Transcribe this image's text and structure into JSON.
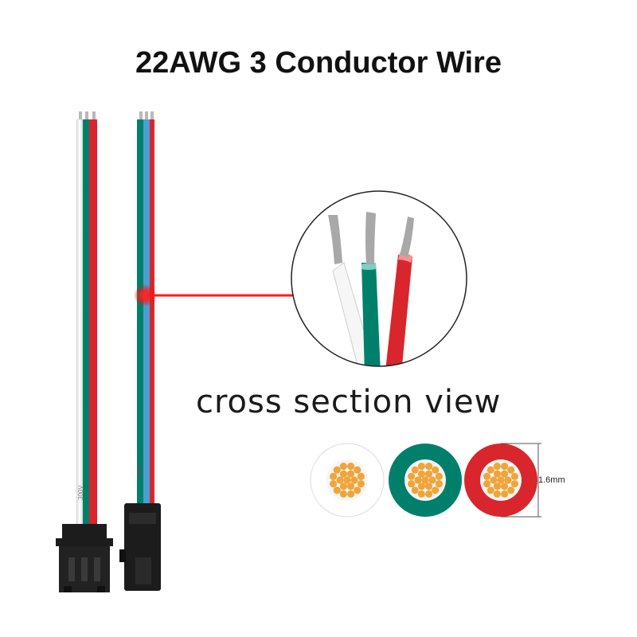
{
  "title": "22AWG 3 Conductor Wire",
  "cross_section_label": "cross section view",
  "dimension_label": "1.6mm",
  "wire_print": "300V",
  "colors": {
    "white_wire": "#f5f5f5",
    "green_wire": "#00806a",
    "red_wire": "#d9262c",
    "copper": "#f0a53a",
    "connector": "#1c1c1c",
    "pointer": "#ff1a1a"
  },
  "wires": [
    "white",
    "green",
    "red"
  ]
}
